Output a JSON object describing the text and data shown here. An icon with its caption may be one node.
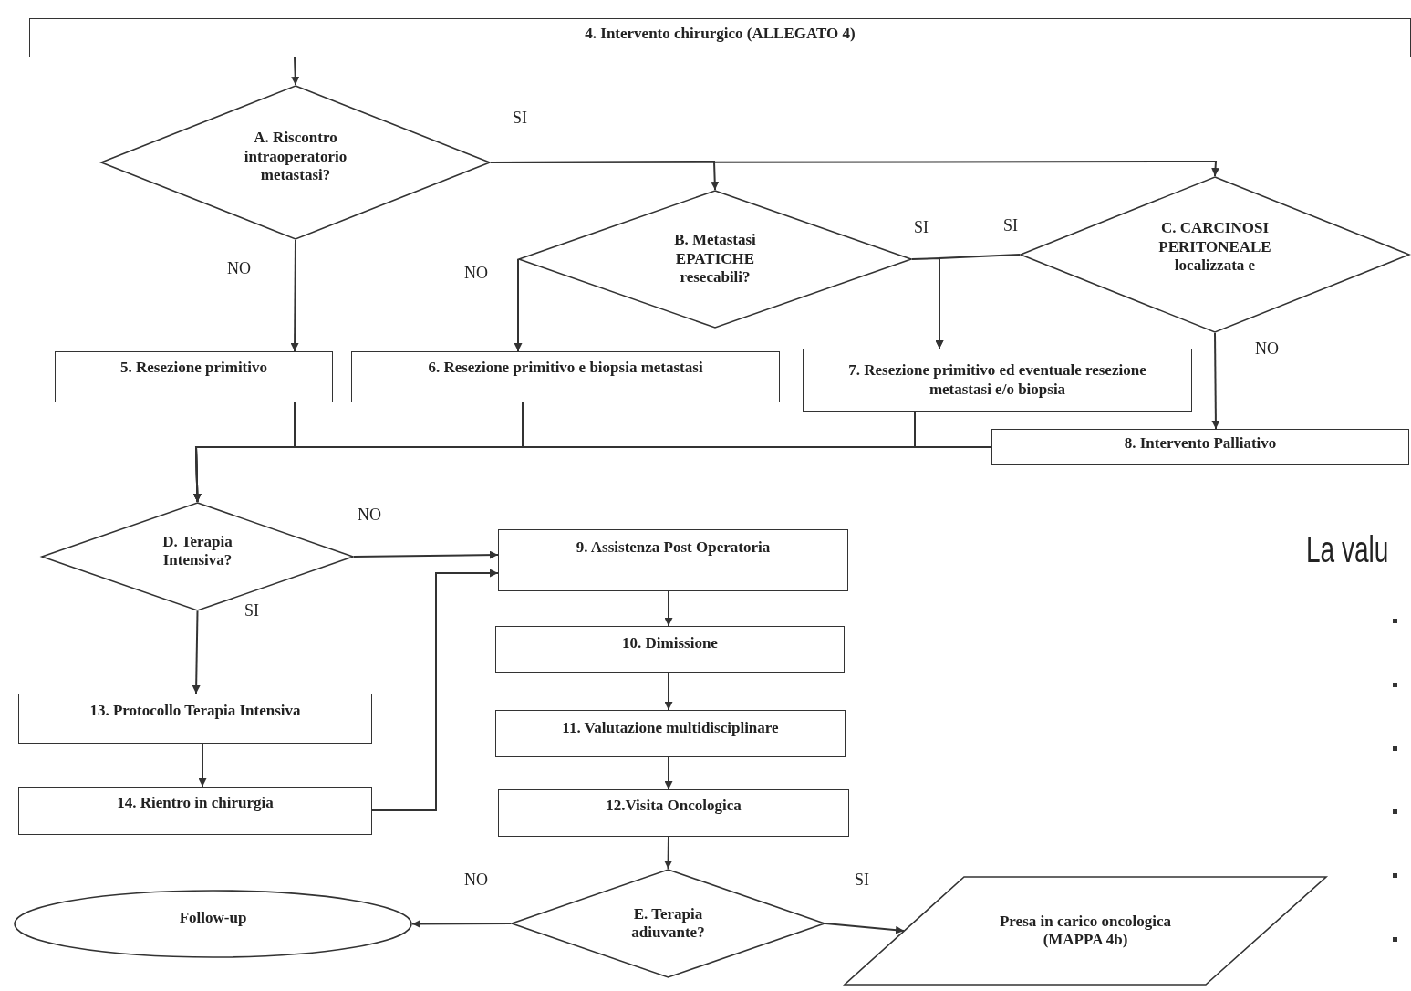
{
  "diagram": {
    "nodes": [
      {
        "text": [
          "4. Intervento chirurgico  (ALLEGATO 4)"
        ]
      },
      {
        "text": [
          "A. Riscontro intraoperatorio metastasi?"
        ]
      },
      {
        "text": [
          "B. Metastasi EPATICHE resecabili?"
        ]
      },
      {
        "text": [
          "C. CARCINOSI PERITONEALE localizzata e"
        ]
      },
      {
        "text": [
          "5. Resezione primitivo"
        ]
      },
      {
        "text": [
          "6. Resezione primitivo e biopsia metastasi"
        ]
      },
      {
        "text": [
          "7. Resezione primitivo ed eventuale resezione metastasi e/o biopsia"
        ]
      },
      {
        "text": [
          "8. Intervento Palliativo"
        ]
      },
      {
        "text": [
          "D. Terapia Intensiva?"
        ]
      },
      {
        "text": [
          "9. Assistenza Post Operatoria"
        ]
      },
      {
        "text": [
          "10. Dimissione"
        ]
      },
      {
        "text": [
          "11. Valutazione multidisciplinare"
        ]
      },
      {
        "text": [
          "12.Visita Oncologica"
        ]
      },
      {
        "text": [
          "13. Protocollo Terapia Intensiva"
        ]
      },
      {
        "text": [
          "14. Rientro in chirurgia"
        ]
      },
      {
        "text": [
          "E. Terapia adiuvante?"
        ]
      },
      {
        "text": [
          "Follow-up"
        ]
      },
      {
        "text": [
          "Presa in carico oncologica (MAPPA 4b)"
        ]
      }
    ],
    "edges": [
      {
        "from": 0,
        "to": 1,
        "arrow": "to"
      },
      {
        "from": 1,
        "to": 2,
        "arrow": "to",
        "label": "SI"
      },
      {
        "from": 1,
        "to": 3,
        "arrow": "to"
      },
      {
        "from": 1,
        "to": 4,
        "arrow": "to",
        "label": "NO"
      },
      {
        "from": 2,
        "to": 5,
        "arrow": "to",
        "label": "NO"
      },
      {
        "from": 2,
        "to": 6,
        "arrow": "to",
        "label": "SI"
      },
      {
        "from": 3,
        "to": 6,
        "arrow": "to",
        "label": "SI"
      },
      {
        "from": 3,
        "to": 7,
        "arrow": "to",
        "label": "NO"
      },
      {
        "from": 4,
        "to": 8,
        "arrow": "to"
      },
      {
        "from": 5,
        "to": 8,
        "arrow": "to"
      },
      {
        "from": 6,
        "to": 8,
        "arrow": "to"
      },
      {
        "from": 7,
        "to": 8,
        "arrow": "to"
      },
      {
        "from": 8,
        "to": 9,
        "arrow": "to",
        "label": "NO"
      },
      {
        "from": 8,
        "to": 13,
        "arrow": "to",
        "label": "SI"
      },
      {
        "from": 13,
        "to": 14,
        "arrow": "to"
      },
      {
        "from": 14,
        "to": 9,
        "arrow": "to"
      },
      {
        "from": 9,
        "to": 10,
        "arrow": "to"
      },
      {
        "from": 10,
        "to": 11,
        "arrow": "to"
      },
      {
        "from": 11,
        "to": 12,
        "arrow": "to"
      },
      {
        "from": 12,
        "to": 15,
        "arrow": "to"
      },
      {
        "from": 15,
        "to": 16,
        "arrow": "to",
        "label": "NO"
      },
      {
        "from": 15,
        "to": 17,
        "arrow": "to",
        "label": "SI"
      }
    ],
    "labels": [
      "La valu"
    ]
  }
}
